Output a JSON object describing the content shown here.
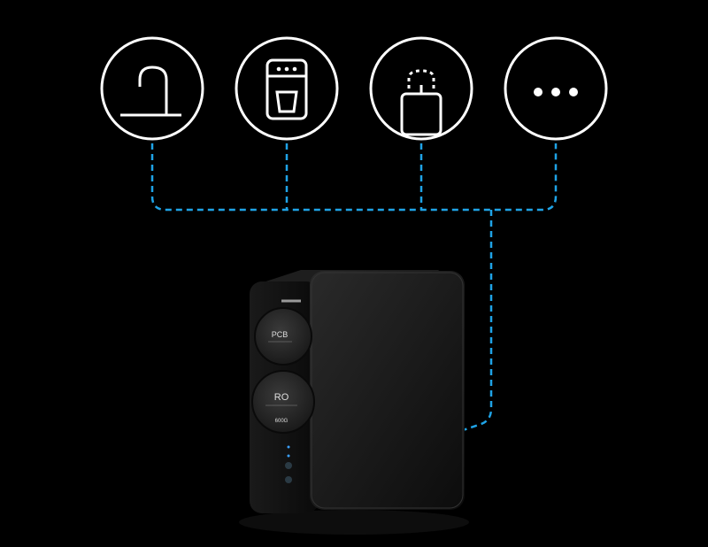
{
  "icons": [
    {
      "name": "faucet-icon"
    },
    {
      "name": "water-dispenser-icon"
    },
    {
      "name": "drinking-fountain-icon"
    },
    {
      "name": "more-icon"
    }
  ],
  "colors": {
    "line": "#1fa3e6",
    "icon": "#ffffff",
    "background": "#000000"
  },
  "device": {
    "filter_top_label": "PCB",
    "filter_bottom_label": "RO",
    "capacity_label": "600G"
  }
}
